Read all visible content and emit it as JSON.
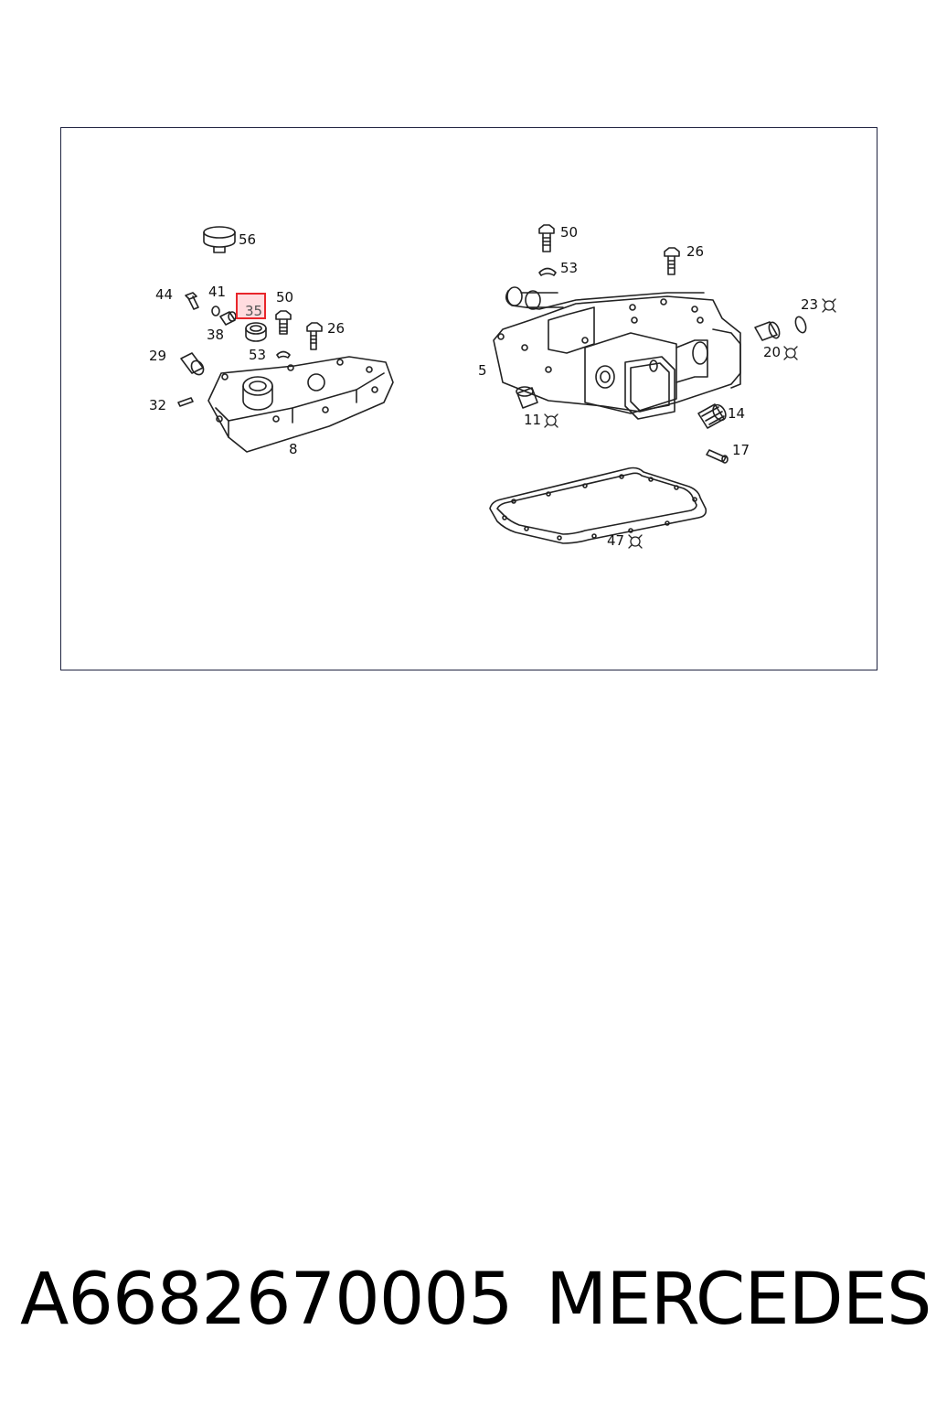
{
  "diagram": {
    "highlighted_part": "35",
    "callouts": [
      {
        "id": "56",
        "label": "56"
      },
      {
        "id": "44",
        "label": "44"
      },
      {
        "id": "41",
        "label": "41"
      },
      {
        "id": "35",
        "label": "35"
      },
      {
        "id": "50a",
        "label": "50"
      },
      {
        "id": "38",
        "label": "38"
      },
      {
        "id": "26a",
        "label": "26"
      },
      {
        "id": "29",
        "label": "29"
      },
      {
        "id": "53a",
        "label": "53"
      },
      {
        "id": "32",
        "label": "32"
      },
      {
        "id": "8",
        "label": "8"
      },
      {
        "id": "50b",
        "label": "50"
      },
      {
        "id": "53b",
        "label": "53"
      },
      {
        "id": "26b",
        "label": "26"
      },
      {
        "id": "23",
        "label": "23"
      },
      {
        "id": "5",
        "label": "5"
      },
      {
        "id": "20",
        "label": "20"
      },
      {
        "id": "11",
        "label": "11"
      },
      {
        "id": "14",
        "label": "14"
      },
      {
        "id": "17",
        "label": "17"
      },
      {
        "id": "47",
        "label": "47"
      }
    ],
    "colors": {
      "frame": "#1f2340",
      "line": "#222222",
      "highlight_border": "#e8262b",
      "highlight_fill": "#ffc0c6"
    }
  },
  "footer": {
    "part_number": "A6682670005",
    "brand": "MERCEDES"
  }
}
